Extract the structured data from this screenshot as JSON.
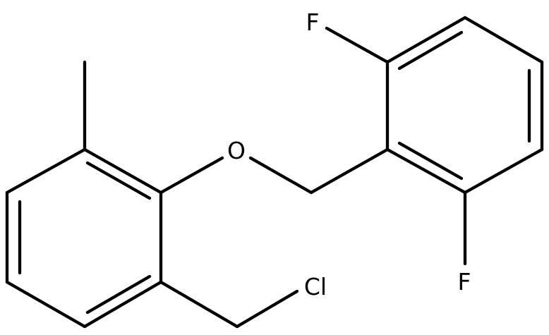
{
  "molecule": {
    "atoms": {
      "fluorine_top": "F",
      "fluorine_bottom": "F",
      "oxygen": "O",
      "chlorine": "Cl"
    }
  },
  "colors": {
    "bond": "#000000",
    "label": "#000000",
    "background": "#ffffff"
  }
}
